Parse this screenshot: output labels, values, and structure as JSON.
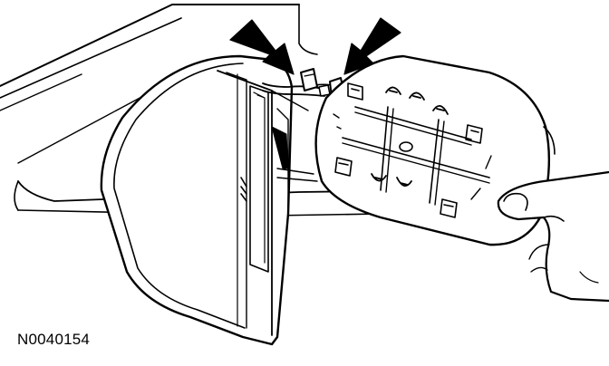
{
  "figure": {
    "code": "N0040154",
    "stroke_color": "#000000",
    "fill_color": "#ffffff"
  },
  "callouts": [
    {
      "name": "arrow-connector-left",
      "points_to": "electrical-connector-left"
    },
    {
      "name": "arrow-connector-right",
      "points_to": "electrical-connector-right"
    }
  ]
}
